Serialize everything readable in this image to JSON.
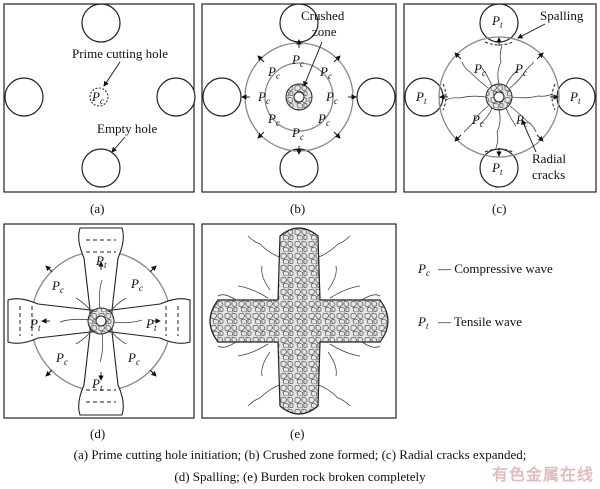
{
  "panels": {
    "a": {
      "tag": "(a)",
      "prime_label": "Prime cutting hole",
      "empty_label": "Empty hole",
      "hole_label": "P",
      "hole_sub": "c"
    },
    "b": {
      "tag": "(b)",
      "zone_label_1": "Crushed",
      "zone_label_2": "zone"
    },
    "c": {
      "tag": "(c)",
      "spalling_label": "Spalling",
      "radial_label_1": "Radial",
      "radial_label_2": "cracks"
    },
    "d": {
      "tag": "(d)"
    },
    "e": {
      "tag": "(e)"
    }
  },
  "symbols": {
    "p": "P",
    "c_sub": "c",
    "t_sub": "t"
  },
  "legend": {
    "compressive": "— Compressive wave",
    "tensile": "— Tensile wave"
  },
  "caption": {
    "line1": "(a) Prime cutting hole initiation; (b) Crushed zone formed; (c) Radial cracks expanded;",
    "line2": "(d) Spalling; (e) Burden rock broken completely"
  },
  "watermark": "有色金属在线"
}
